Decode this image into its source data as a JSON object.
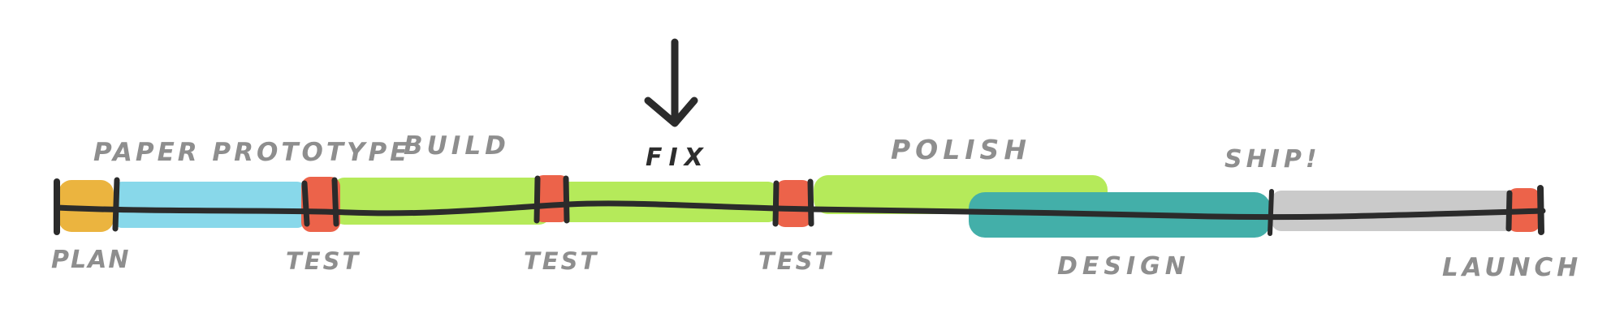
{
  "diagram": {
    "colors": {
      "plan": "#EBB43F",
      "prototype": "#88D8EA",
      "test": "#EC634A",
      "build": "#B5EA5A",
      "design": "#43AFA9",
      "ship": "#CACACA",
      "line": "#2B2B2B",
      "label": "#8E8E8E"
    },
    "labels": {
      "paper_prototype": "PAPER PROTOTYPE",
      "build": "BUILD",
      "fix": "FIX",
      "polish": "POLISH",
      "ship": "SHIP!",
      "plan": "PLAN",
      "test_1": "TEST",
      "test_2": "TEST",
      "test_3": "TEST",
      "design": "DESIGN",
      "launch": "LAUNCH"
    },
    "pointer": "down-arrow-icon"
  }
}
